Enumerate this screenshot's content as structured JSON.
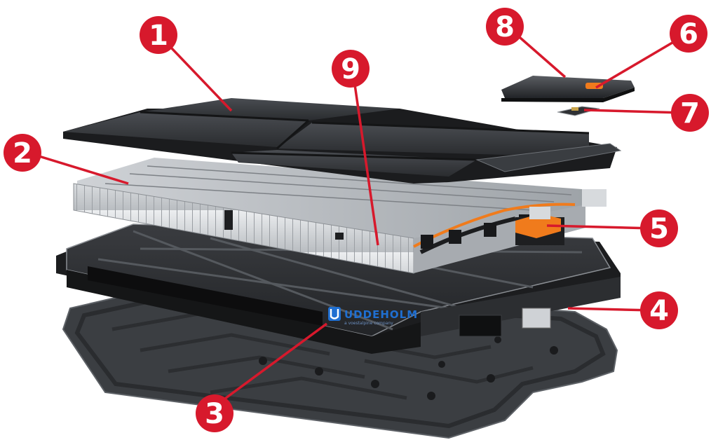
{
  "colors": {
    "callout": "#d7192c",
    "callout_text": "#ffffff",
    "dark_panel": "#2b2d30",
    "cell_silver": "#d3d6d9",
    "frame": "#1a1b1d",
    "cover": "#3c3f43",
    "connector_orange": "#f07b1c",
    "brand_blue": "#1f6fd1"
  },
  "brand": {
    "name": "UDDEHOLM",
    "tagline": "a voestalpine company",
    "logo_icon": "uddeholm-u-logo-icon"
  },
  "callouts": [
    {
      "id": "1",
      "label": "1"
    },
    {
      "id": "2",
      "label": "2"
    },
    {
      "id": "3",
      "label": "3"
    },
    {
      "id": "4",
      "label": "4"
    },
    {
      "id": "5",
      "label": "5"
    },
    {
      "id": "6",
      "label": "6"
    },
    {
      "id": "7",
      "label": "7"
    },
    {
      "id": "8",
      "label": "8"
    },
    {
      "id": "9",
      "label": "9"
    }
  ]
}
